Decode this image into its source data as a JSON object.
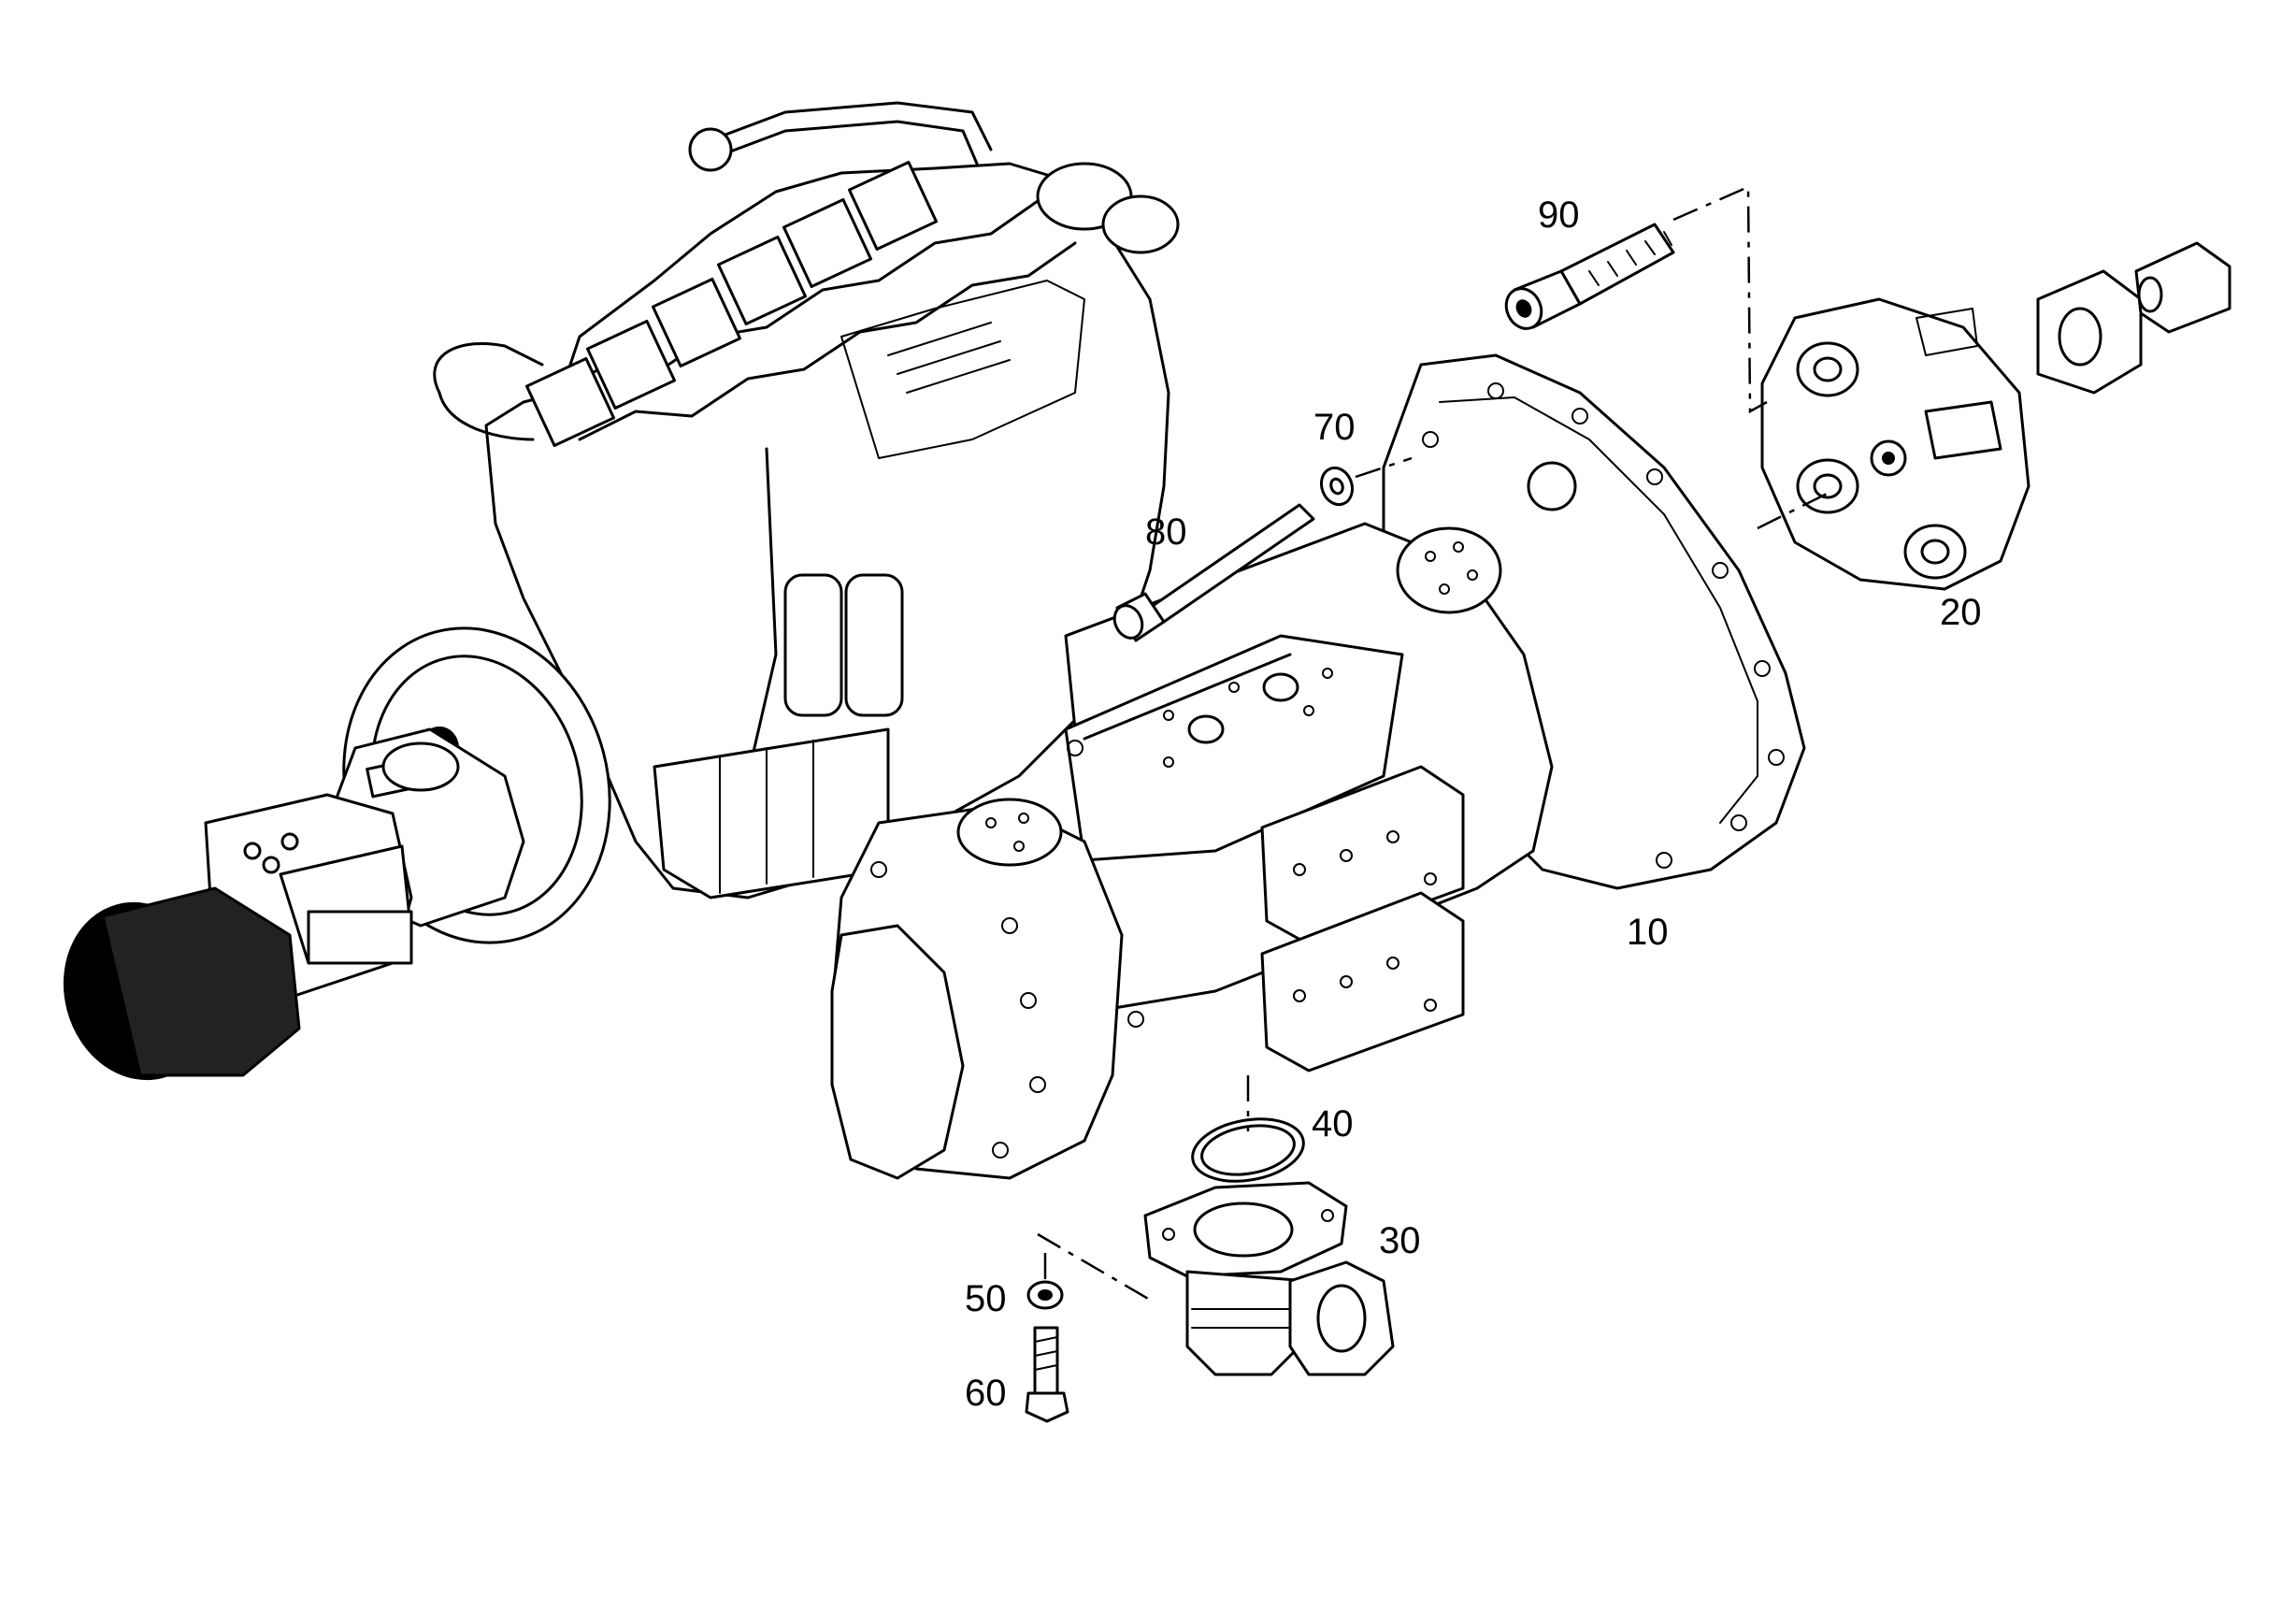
{
  "diagram": {
    "part_labels": [
      {
        "id": "90",
        "text": "90"
      },
      {
        "id": "70",
        "text": "70"
      },
      {
        "id": "80",
        "text": "80"
      },
      {
        "id": "20",
        "text": "20"
      },
      {
        "id": "10",
        "text": "10"
      },
      {
        "id": "40",
        "text": "40"
      },
      {
        "id": "30",
        "text": "30"
      },
      {
        "id": "50",
        "text": "50"
      },
      {
        "id": "60",
        "text": "60"
      }
    ]
  }
}
